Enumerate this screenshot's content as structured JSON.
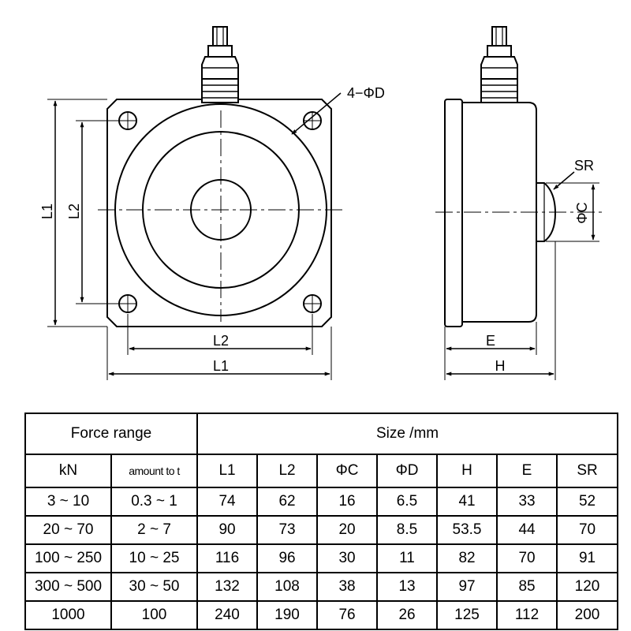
{
  "drawing": {
    "front_view": {
      "hole_callout": "4−ΦD",
      "dim_l1_vertical": "L1",
      "dim_l2_vertical": "L2",
      "dim_l2_horizontal": "L2",
      "dim_l1_horizontal": "L1"
    },
    "side_view": {
      "sr_label": "SR",
      "c_label": "ΦC",
      "e_label": "E",
      "h_label": "H"
    }
  },
  "table": {
    "group_headers": {
      "force_range": "Force range",
      "size": "Size /mm"
    },
    "sub_headers": [
      "kN",
      "amount to t",
      "L1",
      "L2",
      "ΦC",
      "ΦD",
      "H",
      "E",
      "SR"
    ],
    "rows": [
      [
        "3 ~ 10",
        "0.3 ~ 1",
        "74",
        "62",
        "16",
        "6.5",
        "41",
        "33",
        "52"
      ],
      [
        "20 ~ 70",
        "2 ~ 7",
        "90",
        "73",
        "20",
        "8.5",
        "53.5",
        "44",
        "70"
      ],
      [
        "100 ~ 250",
        "10 ~ 25",
        "116",
        "96",
        "30",
        "11",
        "82",
        "70",
        "91"
      ],
      [
        "300 ~ 500",
        "30 ~ 50",
        "132",
        "108",
        "38",
        "13",
        "97",
        "85",
        "120"
      ],
      [
        "1000",
        "100",
        "240",
        "190",
        "76",
        "26",
        "125",
        "112",
        "200"
      ]
    ]
  }
}
